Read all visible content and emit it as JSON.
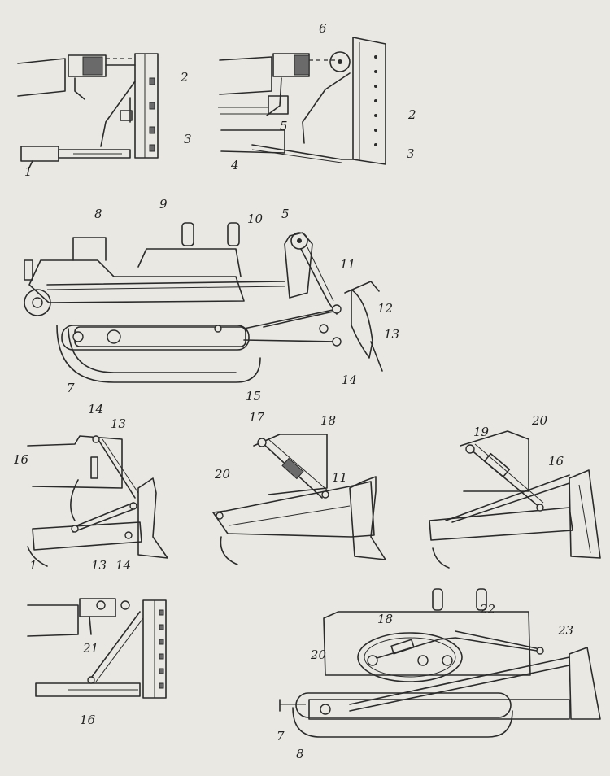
{
  "figure": {
    "labels": {
      "n1": "1",
      "n2": "2",
      "n3": "3",
      "n4": "4",
      "n5": "5",
      "n6": "6",
      "n7": "7",
      "n8": "8",
      "n9": "9",
      "n10": "10",
      "n11": "11",
      "n12": "12",
      "n13": "13",
      "n14": "14",
      "n15": "15",
      "n16": "16",
      "n17": "17",
      "n18": "18",
      "n19": "19",
      "n20": "20",
      "n21": "21",
      "n22": "22",
      "n23": "23"
    }
  },
  "colors": {
    "paper": "#e9e8e3",
    "ink": "#2b2b2b"
  }
}
